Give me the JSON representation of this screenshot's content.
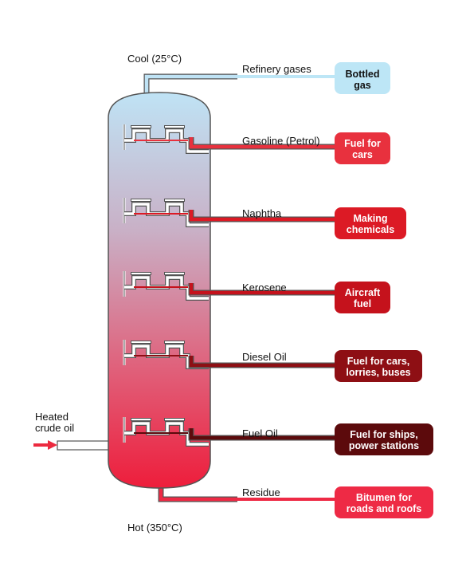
{
  "labels": {
    "top": "Cool (25°C)",
    "bottom": "Hot (350°C)",
    "input_line1": "Heated",
    "input_line2": "crude oil"
  },
  "colors": {
    "column_top": "#bfe3f5",
    "column_bottom": "#ee1d3b",
    "outline": "#555555",
    "gas_box": "#bde6f6",
    "input_arrow": "#ec2a3f"
  },
  "fractions": [
    {
      "name": "Refinery gases",
      "use_line1": "Bottled",
      "use_line2": "gas",
      "color": "#bde6f6"
    },
    {
      "name": "Gasoline (Petrol)",
      "use_line1": "Fuel for",
      "use_line2": "cars",
      "color": "#e8313e"
    },
    {
      "name": "Naphtha",
      "use_line1": "Making",
      "use_line2": "chemicals",
      "color": "#dc1a25"
    },
    {
      "name": "Kerosene",
      "use_line1": "Aircraft",
      "use_line2": "fuel",
      "color": "#c5121c"
    },
    {
      "name": "Diesel Oil",
      "use_line1": "Fuel for cars,",
      "use_line2": "lorries, buses",
      "color": "#8e0f14"
    },
    {
      "name": "Fuel Oil",
      "use_line1": "Fuel for ships,",
      "use_line2": "power stations",
      "color": "#5c0a0c"
    },
    {
      "name": "Residue",
      "use_line1": "Bitumen for",
      "use_line2": "roads and roofs",
      "color": "#ee2a45"
    }
  ]
}
